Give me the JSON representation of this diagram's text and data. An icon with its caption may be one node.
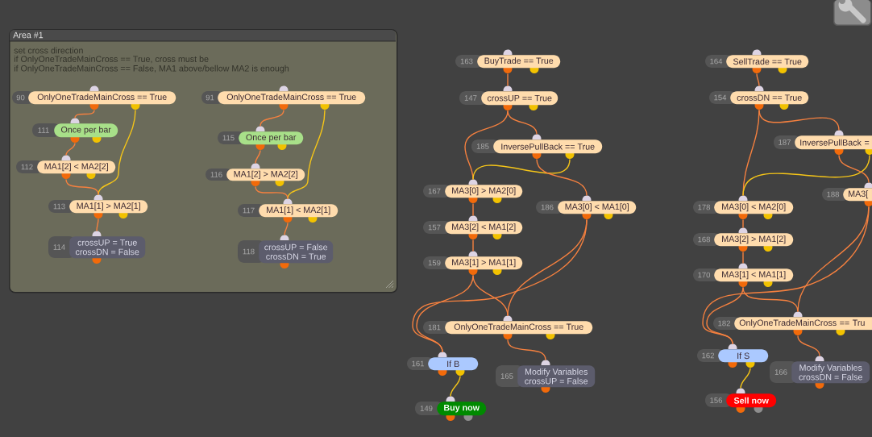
{
  "diagram": {
    "nodes": [
      {
        "text": [
          "Area #1",
          "set cross direction",
          "if OnlyOneTradeMainCross == True, cross must be",
          "if OnlyOneTradeMainCross == False, MA1 above/bellow MA2 is enough"
        ]
      },
      {
        "text": [
          "90",
          "OnlyOneTradeMainCross == True"
        ],
        "in": 0
      },
      {
        "text": [
          "111",
          "Once per bar"
        ],
        "in": 0
      },
      {
        "text": [
          "112",
          "MA1[2] < MA2[2]"
        ],
        "in": 0
      },
      {
        "text": [
          "113",
          "MA1[1] > MA2[1]"
        ],
        "in": 0
      },
      {
        "text": [
          "114",
          "crossUP = True",
          "crossDN = False"
        ],
        "in": 0
      },
      {
        "text": [
          "91",
          "OnlyOneTradeMainCross == True"
        ],
        "in": 0
      },
      {
        "text": [
          "115",
          "Once per bar"
        ],
        "in": 0
      },
      {
        "text": [
          "116",
          "MA1[2] > MA2[2]"
        ],
        "in": 0
      },
      {
        "text": [
          "117",
          "MA1[1] < MA2[1]"
        ],
        "in": 0
      },
      {
        "text": [
          "118",
          "crossUP = False",
          "crossDN = True"
        ],
        "in": 0
      },
      {
        "text": [
          "163",
          "BuyTrade == True"
        ]
      },
      {
        "text": [
          "147",
          "crossUP == True"
        ]
      },
      {
        "text": [
          "185",
          "InversePullBack == True"
        ]
      },
      {
        "text": [
          "167",
          "MA3[0] > MA2[0]"
        ]
      },
      {
        "text": [
          "186",
          "MA3[0] < MA1[0]"
        ]
      },
      {
        "text": [
          "157",
          "MA3[2] < MA1[2]"
        ]
      },
      {
        "text": [
          "159",
          "MA3[1] > MA1[1]"
        ]
      },
      {
        "text": [
          "181",
          "OnlyOneTradeMainCross == True"
        ]
      },
      {
        "text": [
          "161",
          "If B"
        ]
      },
      {
        "text": [
          "165",
          "Modify Variables",
          "crossUP = False"
        ]
      },
      {
        "text": [
          "149",
          "Buy now"
        ]
      },
      {
        "text": [
          "164",
          "SellTrade == True"
        ]
      },
      {
        "text": [
          "154",
          "crossDN == True"
        ]
      },
      {
        "text": [
          "187",
          "InversePullBack ="
        ]
      },
      {
        "text": [
          "178",
          "MA3[0] < MA2[0]"
        ]
      },
      {
        "text": [
          "188",
          "MA3["
        ]
      },
      {
        "text": [
          "168",
          "MA3[2] > MA1[2]"
        ]
      },
      {
        "text": [
          "170",
          "MA3[1] < MA1[1]"
        ]
      },
      {
        "text": [
          "182",
          "OnlyOneTradeMainCross == Tru"
        ]
      },
      {
        "text": [
          "162",
          "If S"
        ]
      },
      {
        "text": [
          "166",
          "Modify Variables",
          "crossDN = False"
        ]
      },
      {
        "text": [
          "156",
          "Sell now"
        ]
      }
    ],
    "edges": [
      {
        "from": 1,
        "to": 2,
        "arrow": "none"
      },
      {
        "from": 1,
        "to": 4,
        "arrow": "none",
        "color": "#f5c518"
      },
      {
        "from": 2,
        "to": 3,
        "arrow": "none"
      },
      {
        "from": 3,
        "to": 4,
        "arrow": "none"
      },
      {
        "from": 4,
        "to": 5,
        "arrow": "none"
      },
      {
        "from": 6,
        "to": 7,
        "arrow": "none"
      },
      {
        "from": 6,
        "to": 9,
        "arrow": "none",
        "color": "#f5c518"
      },
      {
        "from": 7,
        "to": 8,
        "arrow": "none"
      },
      {
        "from": 8,
        "to": 9,
        "arrow": "none"
      },
      {
        "from": 9,
        "to": 10,
        "arrow": "none"
      },
      {
        "from": 11,
        "to": 12,
        "arrow": "none"
      },
      {
        "from": 12,
        "to": 13,
        "arrow": "none"
      },
      {
        "from": 12,
        "to": 14,
        "arrow": "none"
      },
      {
        "from": 13,
        "to": 14,
        "arrow": "none",
        "color": "#f5c518"
      },
      {
        "from": 13,
        "to": 15,
        "arrow": "none"
      },
      {
        "from": 14,
        "to": 16,
        "arrow": "none"
      },
      {
        "from": 16,
        "to": 17,
        "arrow": "none"
      },
      {
        "from": 17,
        "to": 18,
        "arrow": "none"
      },
      {
        "from": 17,
        "to": 19,
        "arrow": "none"
      },
      {
        "from": 15,
        "to": 19,
        "arrow": "none"
      },
      {
        "from": 15,
        "to": 18,
        "arrow": "none"
      },
      {
        "from": 18,
        "to": 20,
        "arrow": "none"
      },
      {
        "from": 19,
        "to": 21,
        "arrow": "none",
        "color": "#f5c518"
      },
      {
        "from": 22,
        "to": 23,
        "arrow": "none"
      },
      {
        "from": 23,
        "to": 24,
        "arrow": "none"
      },
      {
        "from": 23,
        "to": 25,
        "arrow": "none"
      },
      {
        "from": 24,
        "to": 25,
        "arrow": "none",
        "color": "#f5c518"
      },
      {
        "from": 24,
        "to": 26,
        "arrow": "none"
      },
      {
        "from": 25,
        "to": 27,
        "arrow": "none"
      },
      {
        "from": 27,
        "to": 28,
        "arrow": "none"
      },
      {
        "from": 28,
        "to": 29,
        "arrow": "none"
      },
      {
        "from": 28,
        "to": 30,
        "arrow": "none"
      },
      {
        "from": 26,
        "to": 30,
        "arrow": "none"
      },
      {
        "from": 26,
        "to": 29,
        "arrow": "none"
      },
      {
        "from": 29,
        "to": 31,
        "arrow": "none"
      },
      {
        "from": 30,
        "to": 32,
        "arrow": "none",
        "color": "#f5c518"
      }
    ]
  }
}
